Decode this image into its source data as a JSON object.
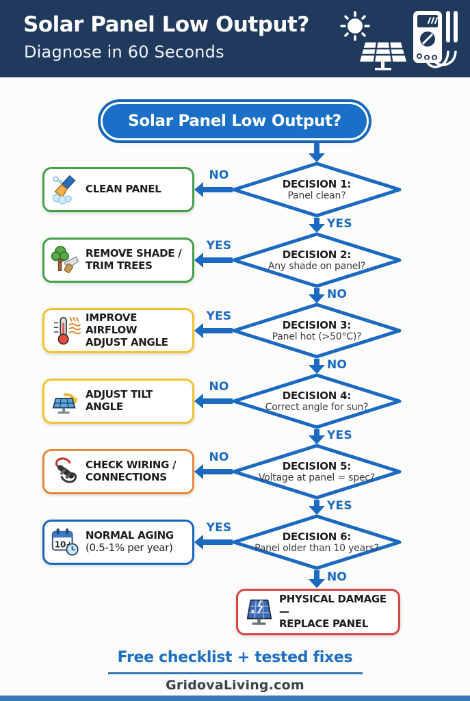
{
  "header": {
    "title": "Solar Panel Low Output?",
    "subtitle": "Diagnose in 60 Seconds",
    "bg_color": "#203a5e",
    "icons": [
      "sun-icon",
      "solar-panel-icon",
      "multimeter-icon"
    ]
  },
  "start": {
    "label": "Solar Panel Low Output?",
    "color": "#1a70c6"
  },
  "flow": {
    "arrow_color": "#1b6abf",
    "rows": [
      {
        "decision_title": "DECISION 1:",
        "decision_question": "Panel clean?",
        "side_label": "NO",
        "down_label": "YES",
        "action_label": "CLEAN PANEL",
        "action_label2": "",
        "action_color": "#43a047",
        "icon": "brush-icon"
      },
      {
        "decision_title": "DECISION 2:",
        "decision_question": "Any shade on panel?",
        "side_label": "YES",
        "down_label": "NO",
        "action_label": "REMOVE SHADE /",
        "action_label2": "TRIM TREES",
        "action_color": "#43a047",
        "icon": "tree-saw-icon"
      },
      {
        "decision_title": "DECISION 3:",
        "decision_question": "Panel hot (>50°C)?",
        "side_label": "YES",
        "down_label": "NO",
        "action_label": "IMPROVE AIRFLOW",
        "action_label2": "ADJUST ANGLE",
        "action_color": "#f2c230",
        "icon": "thermometer-icon"
      },
      {
        "decision_title": "DECISION 4:",
        "decision_question": "Correct angle for sun?",
        "side_label": "NO",
        "down_label": "YES",
        "action_label": "ADJUST TILT",
        "action_label2": "ANGLE",
        "action_color": "#f2c230",
        "icon": "tilt-panel-icon"
      },
      {
        "decision_title": "DECISION 5:",
        "decision_question": "Voltage at panel = spec?",
        "side_label": "NO",
        "down_label": "YES",
        "action_label": "CHECK WIRING /",
        "action_label2": "CONNECTIONS",
        "action_color": "#e8883c",
        "icon": "connectors-icon"
      },
      {
        "decision_title": "DECISION 6:",
        "decision_question": "Panel older than 10 years?",
        "side_label": "YES",
        "down_label": "NO",
        "action_label": "NORMAL AGING",
        "action_label2": "(0.5-1% per year)",
        "action_color": "#1565c0",
        "icon": "calendar-icon"
      }
    ],
    "final": {
      "label_line1": "PHYSICAL DAMAGE —",
      "label_line2": "REPLACE PANEL",
      "color": "#d9453f",
      "icon": "broken-panel-icon"
    }
  },
  "footer": {
    "cta": "Free checklist + tested fixes",
    "website": "GridovaLiving.com",
    "accent": "#1c6fc0",
    "bottom_bar_color": "#3a78b8"
  }
}
